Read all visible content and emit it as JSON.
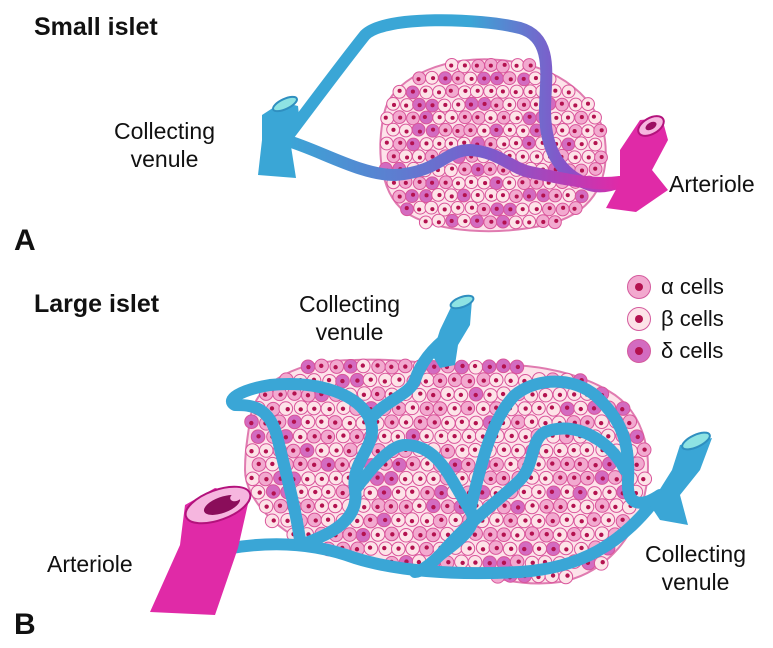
{
  "panel_a": {
    "title": "Small islet",
    "letter": "A",
    "label_venule": "Collecting\nvenule",
    "label_arteriole": "Arteriole"
  },
  "panel_b": {
    "title": "Large islet",
    "letter": "B",
    "label_venule_top": "Collecting\nvenule",
    "label_venule_right": "Collecting\nvenule",
    "label_arteriole": "Arteriole"
  },
  "legend": {
    "items": [
      {
        "label": "α cells",
        "fill": "#f2a9cf"
      },
      {
        "label": "β cells",
        "fill": "#fde3e8"
      },
      {
        "label": "δ cells",
        "fill": "#d36bc0"
      }
    ]
  },
  "colors": {
    "vessel_blue": "#3aa6d6",
    "vessel_magenta": "#e02aa7",
    "lumen": "#8ee3e3",
    "cell_border": "#d9559b",
    "nucleus": "#b3124f"
  }
}
